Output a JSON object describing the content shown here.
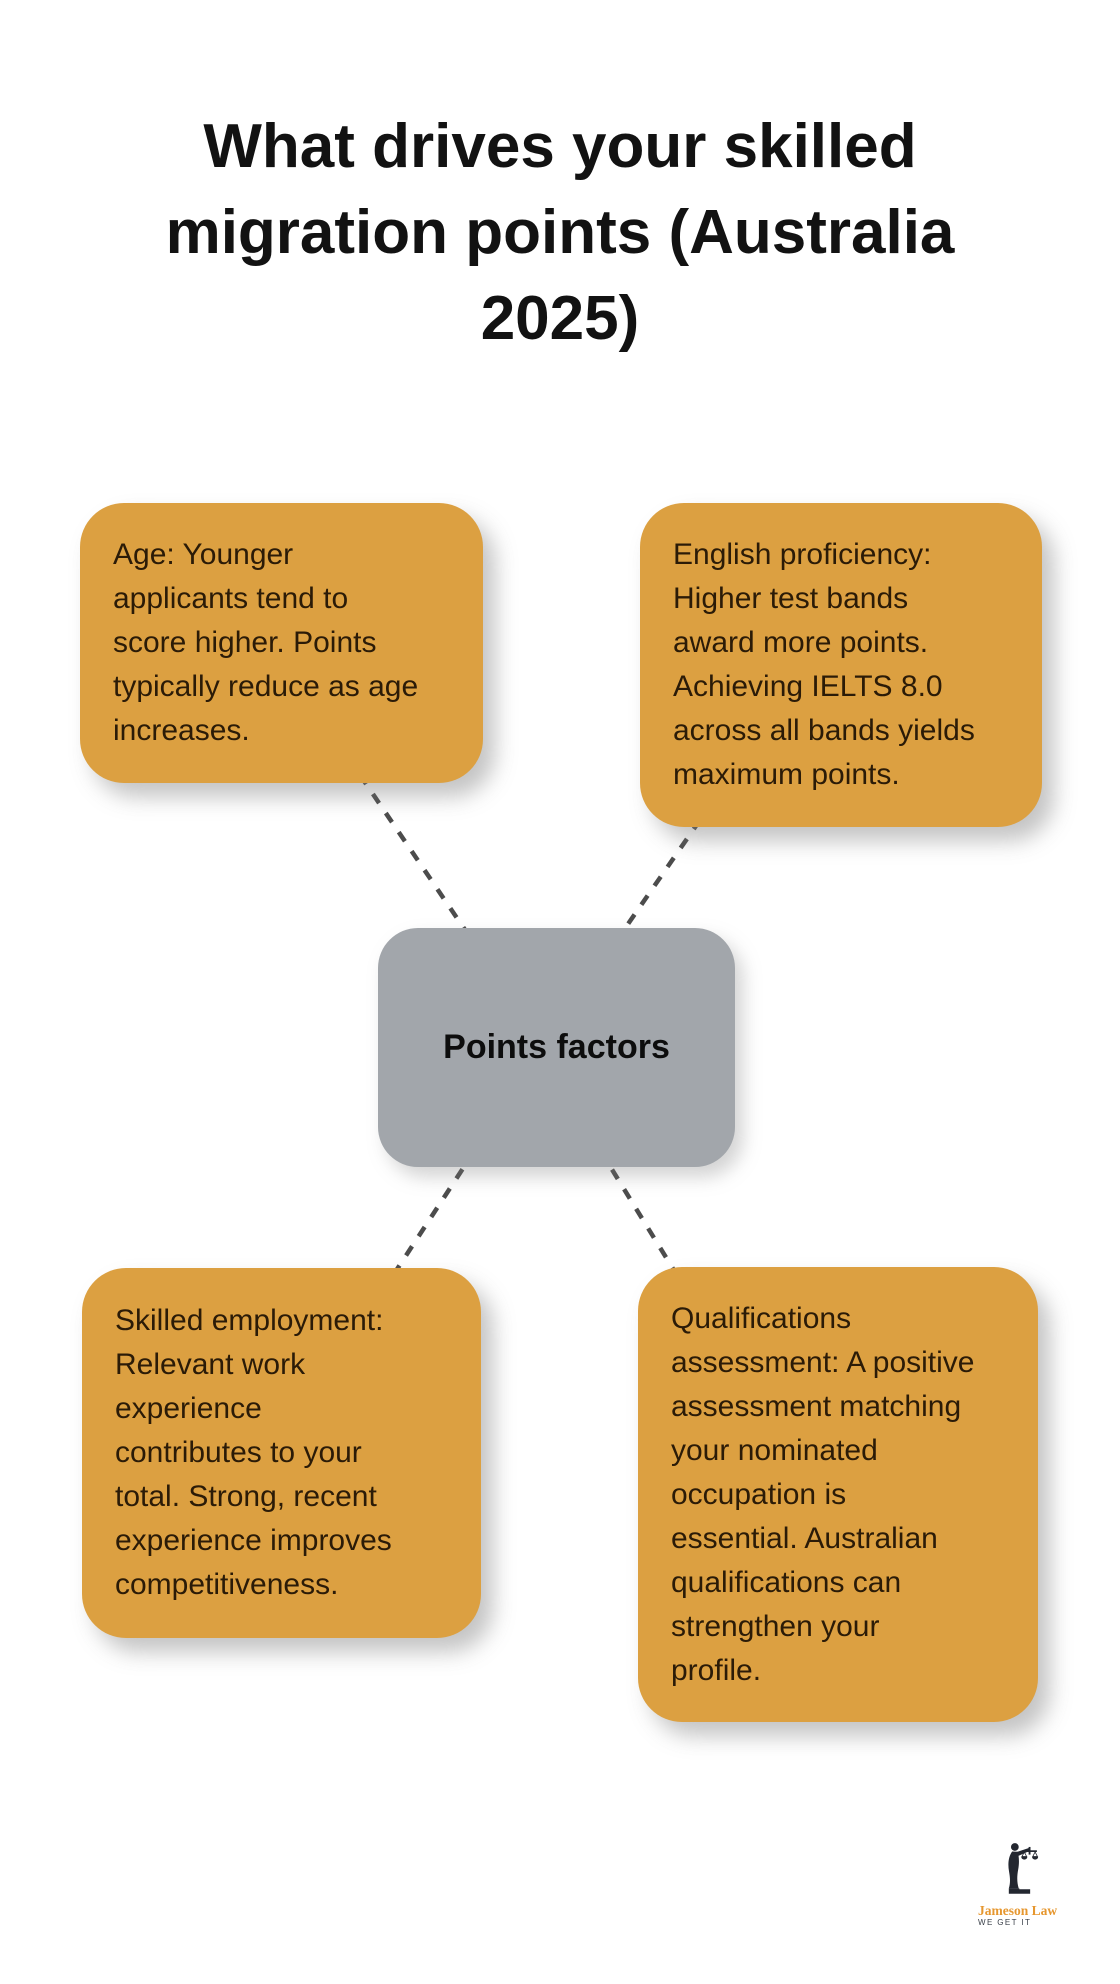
{
  "title": {
    "text": "What drives your skilled migration points (Australia 2025)",
    "lines": [
      "What drives your skilled",
      "migration points (Australia",
      "2025)"
    ]
  },
  "center_node": {
    "id": "points-factors",
    "label": "Points factors"
  },
  "factors": [
    {
      "id": "age",
      "text": "Age: Younger applicants tend to score higher. Points typically reduce as age increases.",
      "lines": [
        "Age: Younger",
        "applicants tend to",
        "score higher. Points",
        "typically reduce as age",
        "increases."
      ]
    },
    {
      "id": "english-proficiency",
      "text": "English proficiency: Higher test bands award more points. Achieving IELTS 8.0 across all bands yields maximum points.",
      "lines": [
        "English proficiency:",
        "Higher test bands",
        "award more points.",
        "Achieving IELTS 8.0",
        "across all bands yields",
        "maximum points."
      ]
    },
    {
      "id": "skilled-employment",
      "text": "Skilled employment: Relevant work experience contributes to your total. Strong, recent experience improves competitiveness.",
      "lines": [
        "Skilled employment:",
        "Relevant work",
        "experience",
        "contributes to your",
        "total. Strong, recent",
        "experience improves",
        "competitiveness."
      ]
    },
    {
      "id": "qualifications-assessment",
      "text": "Qualifications assessment: A positive assessment matching your nominated occupation is essential. Australian qualifications can strengthen your profile.",
      "lines": [
        "Qualifications",
        "assessment: A positive",
        "assessment matching",
        "your nominated",
        "occupation is",
        "essential. Australian",
        "qualifications can",
        "strengthen your",
        "profile."
      ]
    }
  ],
  "connections": [
    {
      "from": "points-factors",
      "to": "age"
    },
    {
      "from": "points-factors",
      "to": "english-proficiency"
    },
    {
      "from": "points-factors",
      "to": "skilled-employment"
    },
    {
      "from": "points-factors",
      "to": "qualifications-assessment"
    }
  ],
  "logo": {
    "brand": "Jameson Law",
    "tagline": "WE GET IT",
    "icon": "lady-justice-scales-icon"
  },
  "colors": {
    "background": "#FFFFFF",
    "factor_box_orange": "#DCA041",
    "center_box_gray": "#A2A6AB",
    "connector_gray": "#4C4C4C",
    "title_text": "#121212",
    "factor_text": "#2B1B07",
    "brand_orange": "#E6972F",
    "tagline_gray": "#3A4049",
    "logo_icon_dark": "#232730"
  }
}
